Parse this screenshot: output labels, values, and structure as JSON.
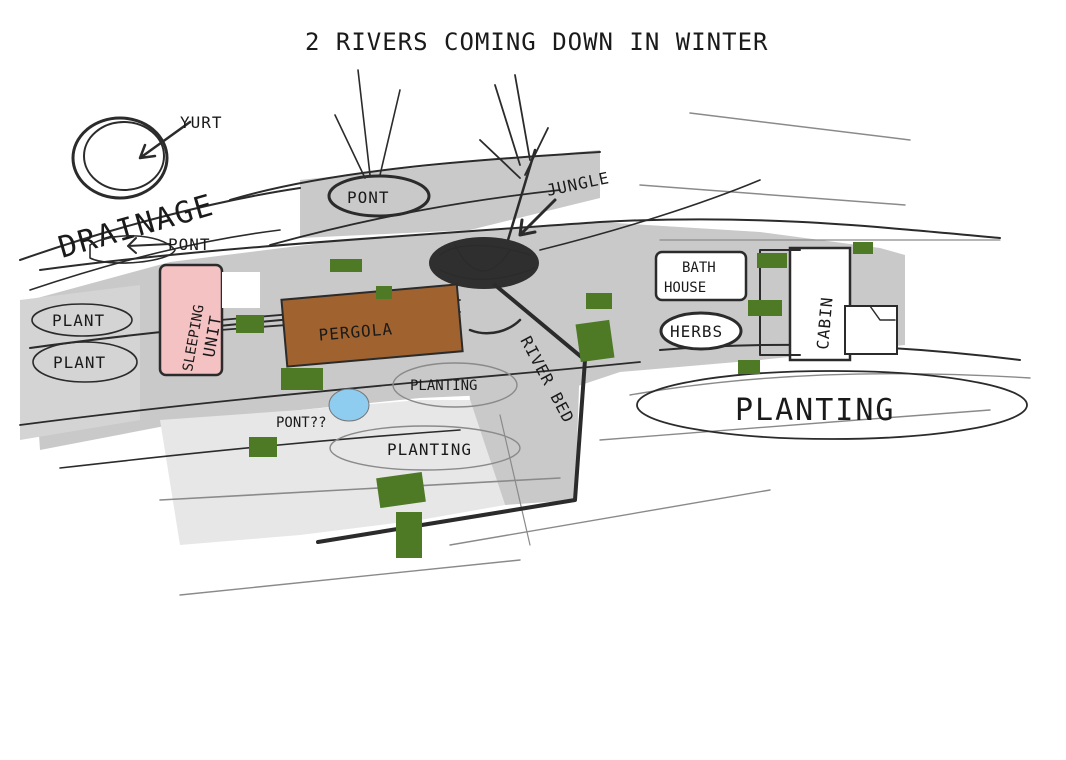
{
  "title": "2 RIVERS COMING DOWN IN WINTER",
  "labels": {
    "yurt": "YURT",
    "drainage": "DRAINAGE",
    "pont_top": "PONT",
    "pont_left": "PONT",
    "pont_pond": "PONT??",
    "jungle": "JUNGLE",
    "plant_1": "PLANT",
    "plant_2": "PLANT",
    "sleeping_unit_1": "SLEEPING",
    "sleeping_unit_2": "UNIT",
    "pergola": "PERGOLA",
    "planting_center": "PLANTING",
    "planting_lower": "PLANTING",
    "planting_right": "PLANTING",
    "river_bed": "RIVER BED",
    "bath_house_1": "BATH",
    "bath_house_2": "HOUSE",
    "herbs": "HERBS",
    "cabin": "CABIN"
  },
  "colors": {
    "paper": "#ffffff",
    "path_grey": "#c9c9c9",
    "pencil": "#2b2b2b",
    "pergola_brown": "#a0622e",
    "sleeping_pink": "#f4c2c2",
    "greenery": "#4e7a26",
    "pond_blue": "#8ecdf0"
  }
}
